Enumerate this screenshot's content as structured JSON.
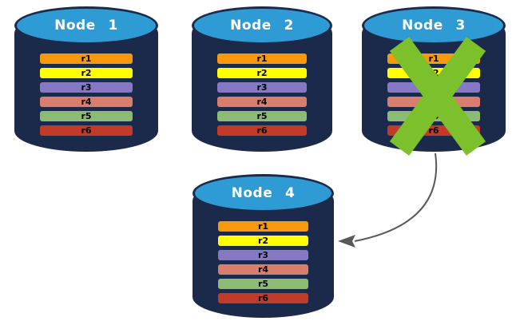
{
  "diagram": {
    "nodes": [
      {
        "title": "Node 1",
        "rows": [
          {
            "label": "r1",
            "color": "#F8980B"
          },
          {
            "label": "r2",
            "color": "#FFFF00"
          },
          {
            "label": "r3",
            "color": "#8678C5"
          },
          {
            "label": "r4",
            "color": "#D97D6C"
          },
          {
            "label": "r5",
            "color": "#8CBB74"
          },
          {
            "label": "r6",
            "color": "#C23B28"
          }
        ]
      },
      {
        "title": "Node 2",
        "rows": [
          {
            "label": "r1",
            "color": "#F8980B"
          },
          {
            "label": "r2",
            "color": "#FFFF00"
          },
          {
            "label": "r3",
            "color": "#8678C5"
          },
          {
            "label": "r4",
            "color": "#D97D6C"
          },
          {
            "label": "r5",
            "color": "#8CBB74"
          },
          {
            "label": "r6",
            "color": "#C23B28"
          }
        ]
      },
      {
        "title": "Node 3",
        "failed": true,
        "rows": [
          {
            "label": "r1",
            "color": "#F8980B"
          },
          {
            "label": "r2",
            "color": "#FFFF00"
          },
          {
            "label": "r3",
            "color": "#8678C5"
          },
          {
            "label": "r4",
            "color": "#D97D6C"
          },
          {
            "label": "r5",
            "color": "#8CBB74"
          },
          {
            "label": "r6",
            "color": "#C23B28"
          }
        ]
      },
      {
        "title": "Node 4",
        "rows": [
          {
            "label": "r1",
            "color": "#F8980B"
          },
          {
            "label": "r2",
            "color": "#FFFF00"
          },
          {
            "label": "r3",
            "color": "#8678C5"
          },
          {
            "label": "r4",
            "color": "#D97D6C"
          },
          {
            "label": "r5",
            "color": "#8CBB74"
          },
          {
            "label": "r6",
            "color": "#C23B28"
          }
        ]
      }
    ],
    "colors": {
      "cylinder_body": "#1B2A4A",
      "cylinder_top": "#2F9BD4",
      "failure_x": "#7CC12B",
      "arrow": "#595959",
      "row_label": "#000000",
      "title_text": "#FFFFFF"
    }
  }
}
